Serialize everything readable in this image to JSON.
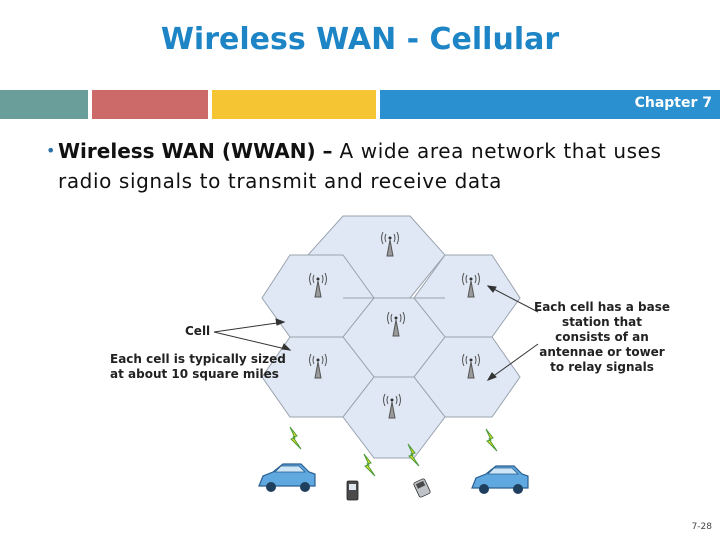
{
  "slide": {
    "title": "Wireless WAN - Cellular",
    "chapter": "Chapter 7",
    "bullet_term": "Wireless WAN (WWAN) –",
    "bullet_text": " A wide area network that uses radio signals to transmit and receive data",
    "page_number": "7-28"
  },
  "header_bar_colors": [
    "#6a9e9a",
    "#cc6a6a",
    "#f5c534",
    "#2b90d0"
  ],
  "diagram": {
    "cell_label": "Cell",
    "cell_size_note": [
      "Each cell is typically sized",
      "at about 10 square miles"
    ],
    "base_station_note": [
      "Each cell has a base",
      "station that",
      "consists of an",
      "antennae or tower",
      "to relay signals"
    ],
    "icons": [
      "antenna-tower-icon",
      "lightning-icon",
      "car-icon",
      "cell-phone-icon",
      "flip-phone-icon"
    ]
  }
}
